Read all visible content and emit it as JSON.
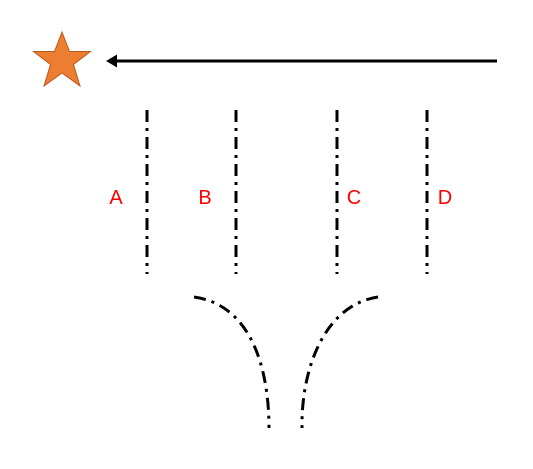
{
  "diagram": {
    "colors": {
      "background": "#ffffff",
      "star_fill": "#ED7D31",
      "star_stroke": "#B85A1C",
      "arrow": "#000000",
      "lines": "#000000",
      "labels": "#FF0000"
    },
    "icons": {
      "star": "star-icon",
      "arrow": "arrow-left-icon"
    },
    "lines": [
      {
        "label": "A"
      },
      {
        "label": "B"
      },
      {
        "label": "C"
      },
      {
        "label": "D"
      }
    ]
  }
}
